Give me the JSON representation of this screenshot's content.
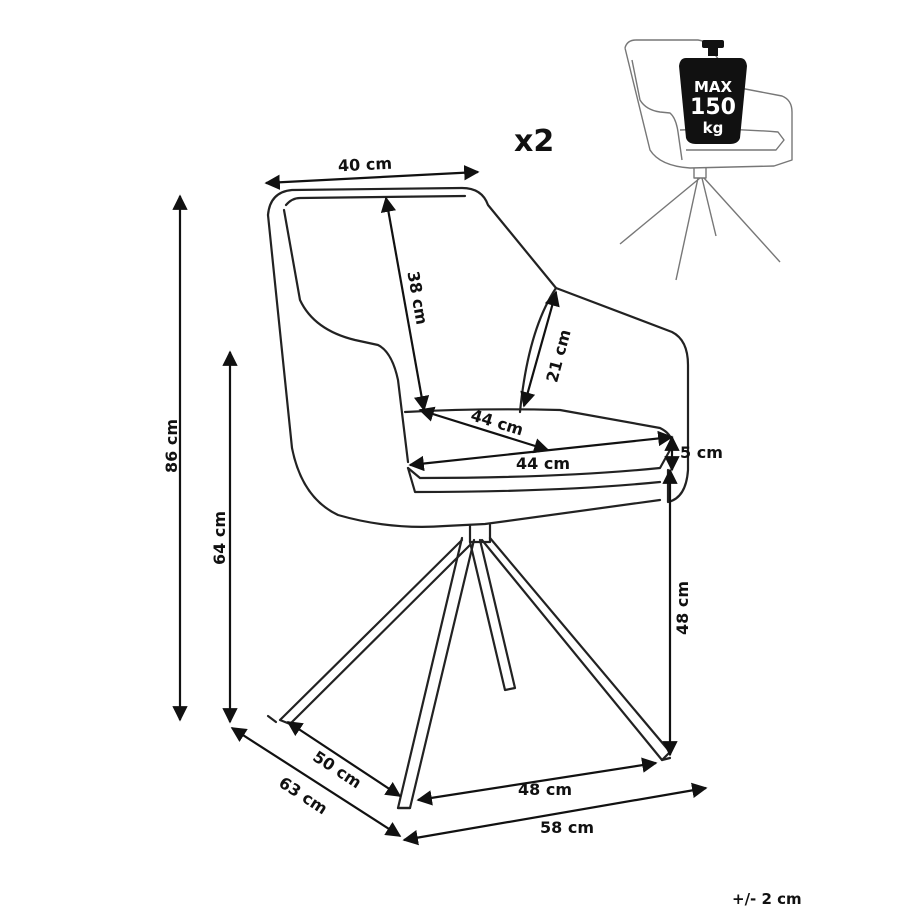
{
  "multiplier": "x2",
  "max_load": {
    "label": "MAX",
    "value": "150",
    "unit": "kg"
  },
  "tolerance": "+/- 2 cm",
  "dimensions": {
    "top_width": "40 cm",
    "back_height": "38 cm",
    "armrest_height": "21 cm",
    "seat_depth": "44 cm",
    "seat_width": "44 cm",
    "seat_thickness": "5 cm",
    "total_height": "86 cm",
    "armrest_floor_height": "64 cm",
    "seat_floor_height": "48 cm",
    "base_depth": "50 cm",
    "total_depth": "63 cm",
    "base_width": "48 cm",
    "total_width": "58 cm"
  }
}
